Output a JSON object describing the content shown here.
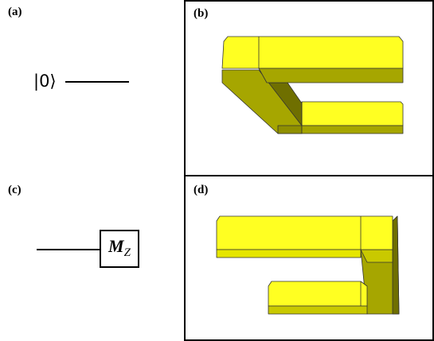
{
  "panels": {
    "a": {
      "label": "(a)"
    },
    "b": {
      "label": "(b)"
    },
    "c": {
      "label": "(c)"
    },
    "d": {
      "label": "(d)"
    }
  },
  "circuit": {
    "init_state": "|0⟩",
    "measurement": {
      "operator": "M",
      "basis": "Z"
    }
  },
  "colors": {
    "block_top": "#ffff22",
    "block_front": "#e6e600",
    "block_side": "#a6a600",
    "block_shadow": "#6f6f00",
    "edge": "#333333",
    "frame": "#000000"
  }
}
